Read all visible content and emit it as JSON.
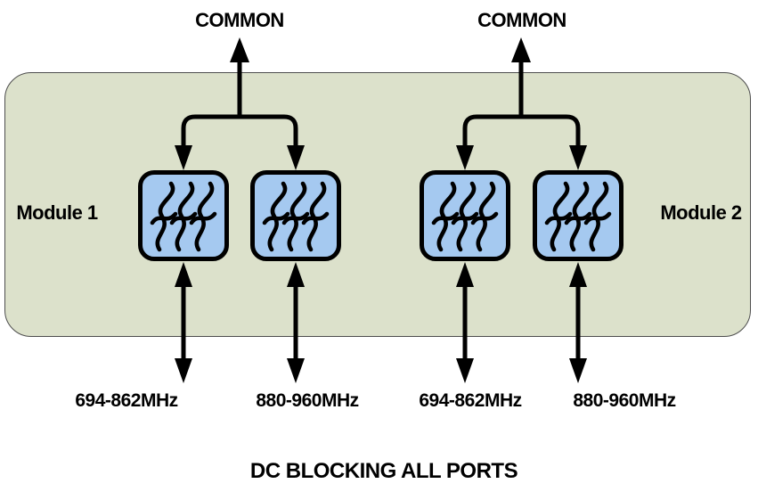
{
  "colors": {
    "page-bg": "#ffffff",
    "panel-bg": "#dce1cb",
    "panel-border": "#4d4d4d",
    "filter-fill": "#a5c9f0",
    "line-color": "#000000",
    "text-color": "#000000"
  },
  "labels": {
    "common_left": "COMMON",
    "common_right": "COMMON",
    "module_left": "Module 1",
    "module_right": "Module 2",
    "caption": "DC BLOCKING ALL PORTS"
  },
  "ports": [
    {
      "label": "694-862MHz"
    },
    {
      "label": "880-960MHz"
    },
    {
      "label": "694-862MHz"
    },
    {
      "label": "880-960MHz"
    }
  ],
  "icons": {
    "filter": "filter-icon"
  }
}
